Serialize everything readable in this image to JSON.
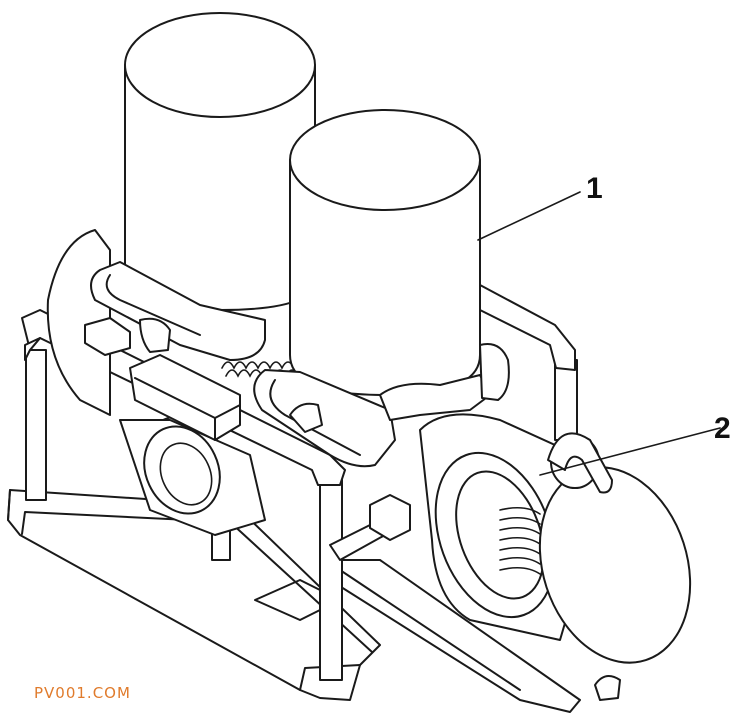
{
  "callouts": [
    {
      "number": "1"
    },
    {
      "number": "2"
    }
  ],
  "watermark": "PV001.COM",
  "colors": {
    "line": "#1a1a1a",
    "background": "#ffffff",
    "watermark": "#e07b2c"
  }
}
